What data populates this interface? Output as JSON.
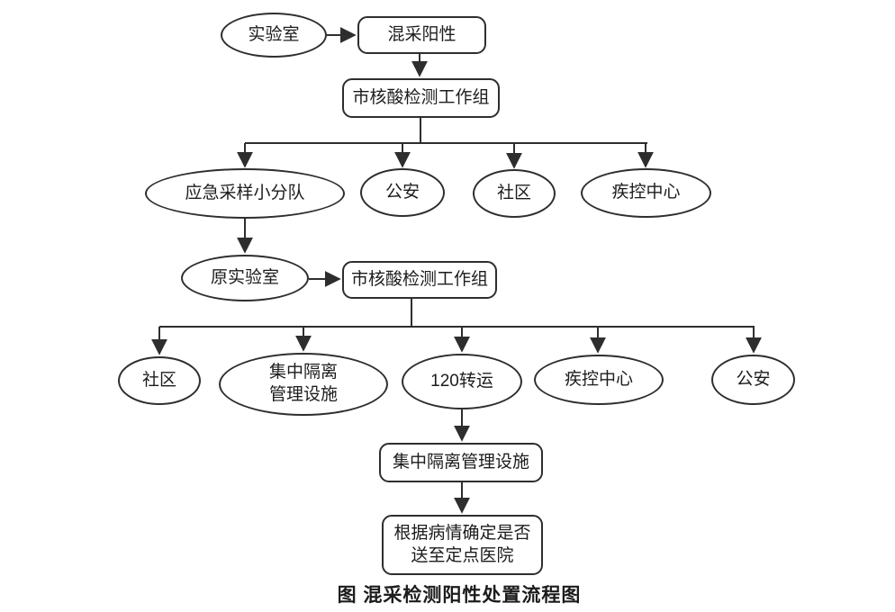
{
  "colors": {
    "line": "#2e2e2e",
    "text": "#1c1c1c",
    "bg": "#ffffff"
  },
  "caption": "图 混采检测阳性处置流程图",
  "nodes": {
    "lab": {
      "label": "实验室",
      "shape": "ellipse"
    },
    "mixed_positive": {
      "label": "混采阳性",
      "shape": "rect"
    },
    "workgroup_1": {
      "label": "市核酸检测工作组",
      "shape": "rect"
    },
    "emergency_team": {
      "label": "应急采样小分队",
      "shape": "ellipse"
    },
    "police_1": {
      "label": "公安",
      "shape": "ellipse"
    },
    "community_1": {
      "label": "社区",
      "shape": "ellipse"
    },
    "cdc_1": {
      "label": "疾控中心",
      "shape": "ellipse"
    },
    "original_lab": {
      "label": "原实验室",
      "shape": "ellipse"
    },
    "workgroup_2": {
      "label": "市核酸检测工作组",
      "shape": "rect"
    },
    "community_2": {
      "label": "社区",
      "shape": "ellipse"
    },
    "isolation_mgmt": {
      "label_line1": "集中隔离",
      "label_line2": "管理设施",
      "shape": "ellipse"
    },
    "transfer_120": {
      "label": "120转运",
      "shape": "ellipse"
    },
    "cdc_2": {
      "label": "疾控中心",
      "shape": "ellipse"
    },
    "police_2": {
      "label": "公安",
      "shape": "ellipse"
    },
    "isolation_facility": {
      "label": "集中隔离管理设施",
      "shape": "rect"
    },
    "hospital_decision": {
      "label_line1": "根据病情确定是否",
      "label_line2": "送至定点医院",
      "shape": "rect"
    }
  },
  "edges": [
    {
      "from": "lab",
      "to": "mixed_positive"
    },
    {
      "from": "mixed_positive",
      "to": "workgroup_1"
    },
    {
      "from": "workgroup_1",
      "to": "emergency_team"
    },
    {
      "from": "workgroup_1",
      "to": "police_1"
    },
    {
      "from": "workgroup_1",
      "to": "community_1"
    },
    {
      "from": "workgroup_1",
      "to": "cdc_1"
    },
    {
      "from": "emergency_team",
      "to": "original_lab"
    },
    {
      "from": "original_lab",
      "to": "workgroup_2"
    },
    {
      "from": "workgroup_2",
      "to": "community_2"
    },
    {
      "from": "workgroup_2",
      "to": "isolation_mgmt"
    },
    {
      "from": "workgroup_2",
      "to": "transfer_120"
    },
    {
      "from": "workgroup_2",
      "to": "cdc_2"
    },
    {
      "from": "workgroup_2",
      "to": "police_2"
    },
    {
      "from": "transfer_120",
      "to": "isolation_facility"
    },
    {
      "from": "isolation_facility",
      "to": "hospital_decision"
    }
  ]
}
